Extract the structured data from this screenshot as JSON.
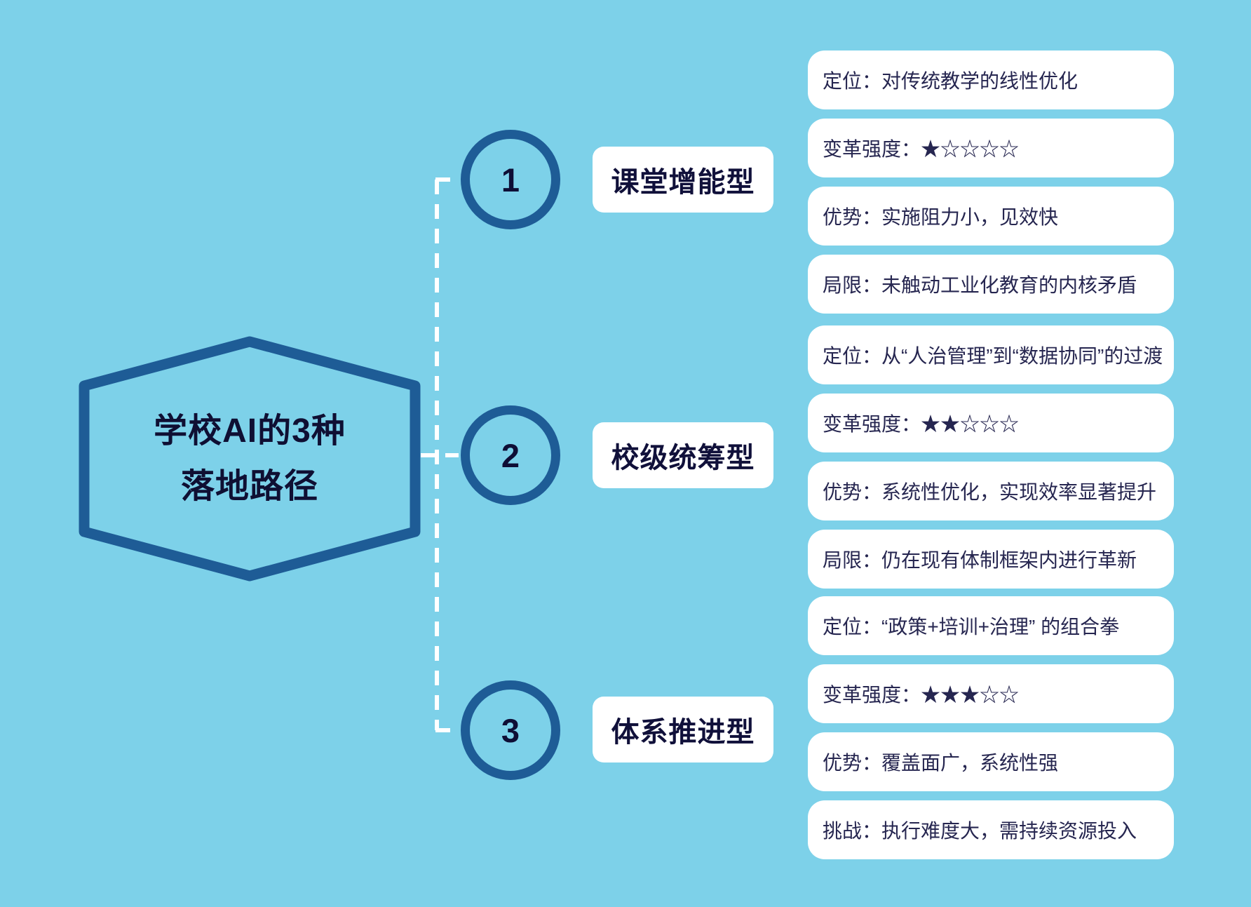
{
  "colors": {
    "background": "#7DD1E9",
    "accent_blue": "#1E5C96",
    "title_navy": "#0F0F33",
    "card_text": "#262650",
    "card_background": "#FFFFFF",
    "connector": "#FFFFFF"
  },
  "hexagon": {
    "title_line1": "学校AI的3种",
    "title_line2": "落地路径"
  },
  "branches": [
    {
      "number": "1",
      "label": "课堂增能型",
      "cards": [
        "定位：对传统教学的线性优化",
        "变革强度：★☆☆☆☆",
        "优势：实施阻力小，见效快",
        "局限：未触动工业化教育的内核矛盾"
      ]
    },
    {
      "number": "2",
      "label": "校级统筹型",
      "cards": [
        "定位：从“人治管理”到“数据协同”的过渡",
        "变革强度：★★☆☆☆",
        "优势：系统性优化，实现效率显著提升",
        "局限：仍在现有体制框架内进行革新"
      ]
    },
    {
      "number": "3",
      "label": "体系推进型",
      "cards": [
        "定位：“政策+培训+治理” 的组合拳",
        "变革强度：★★★☆☆",
        "优势：覆盖面广，系统性强",
        "挑战：执行难度大，需持续资源投入"
      ]
    }
  ]
}
